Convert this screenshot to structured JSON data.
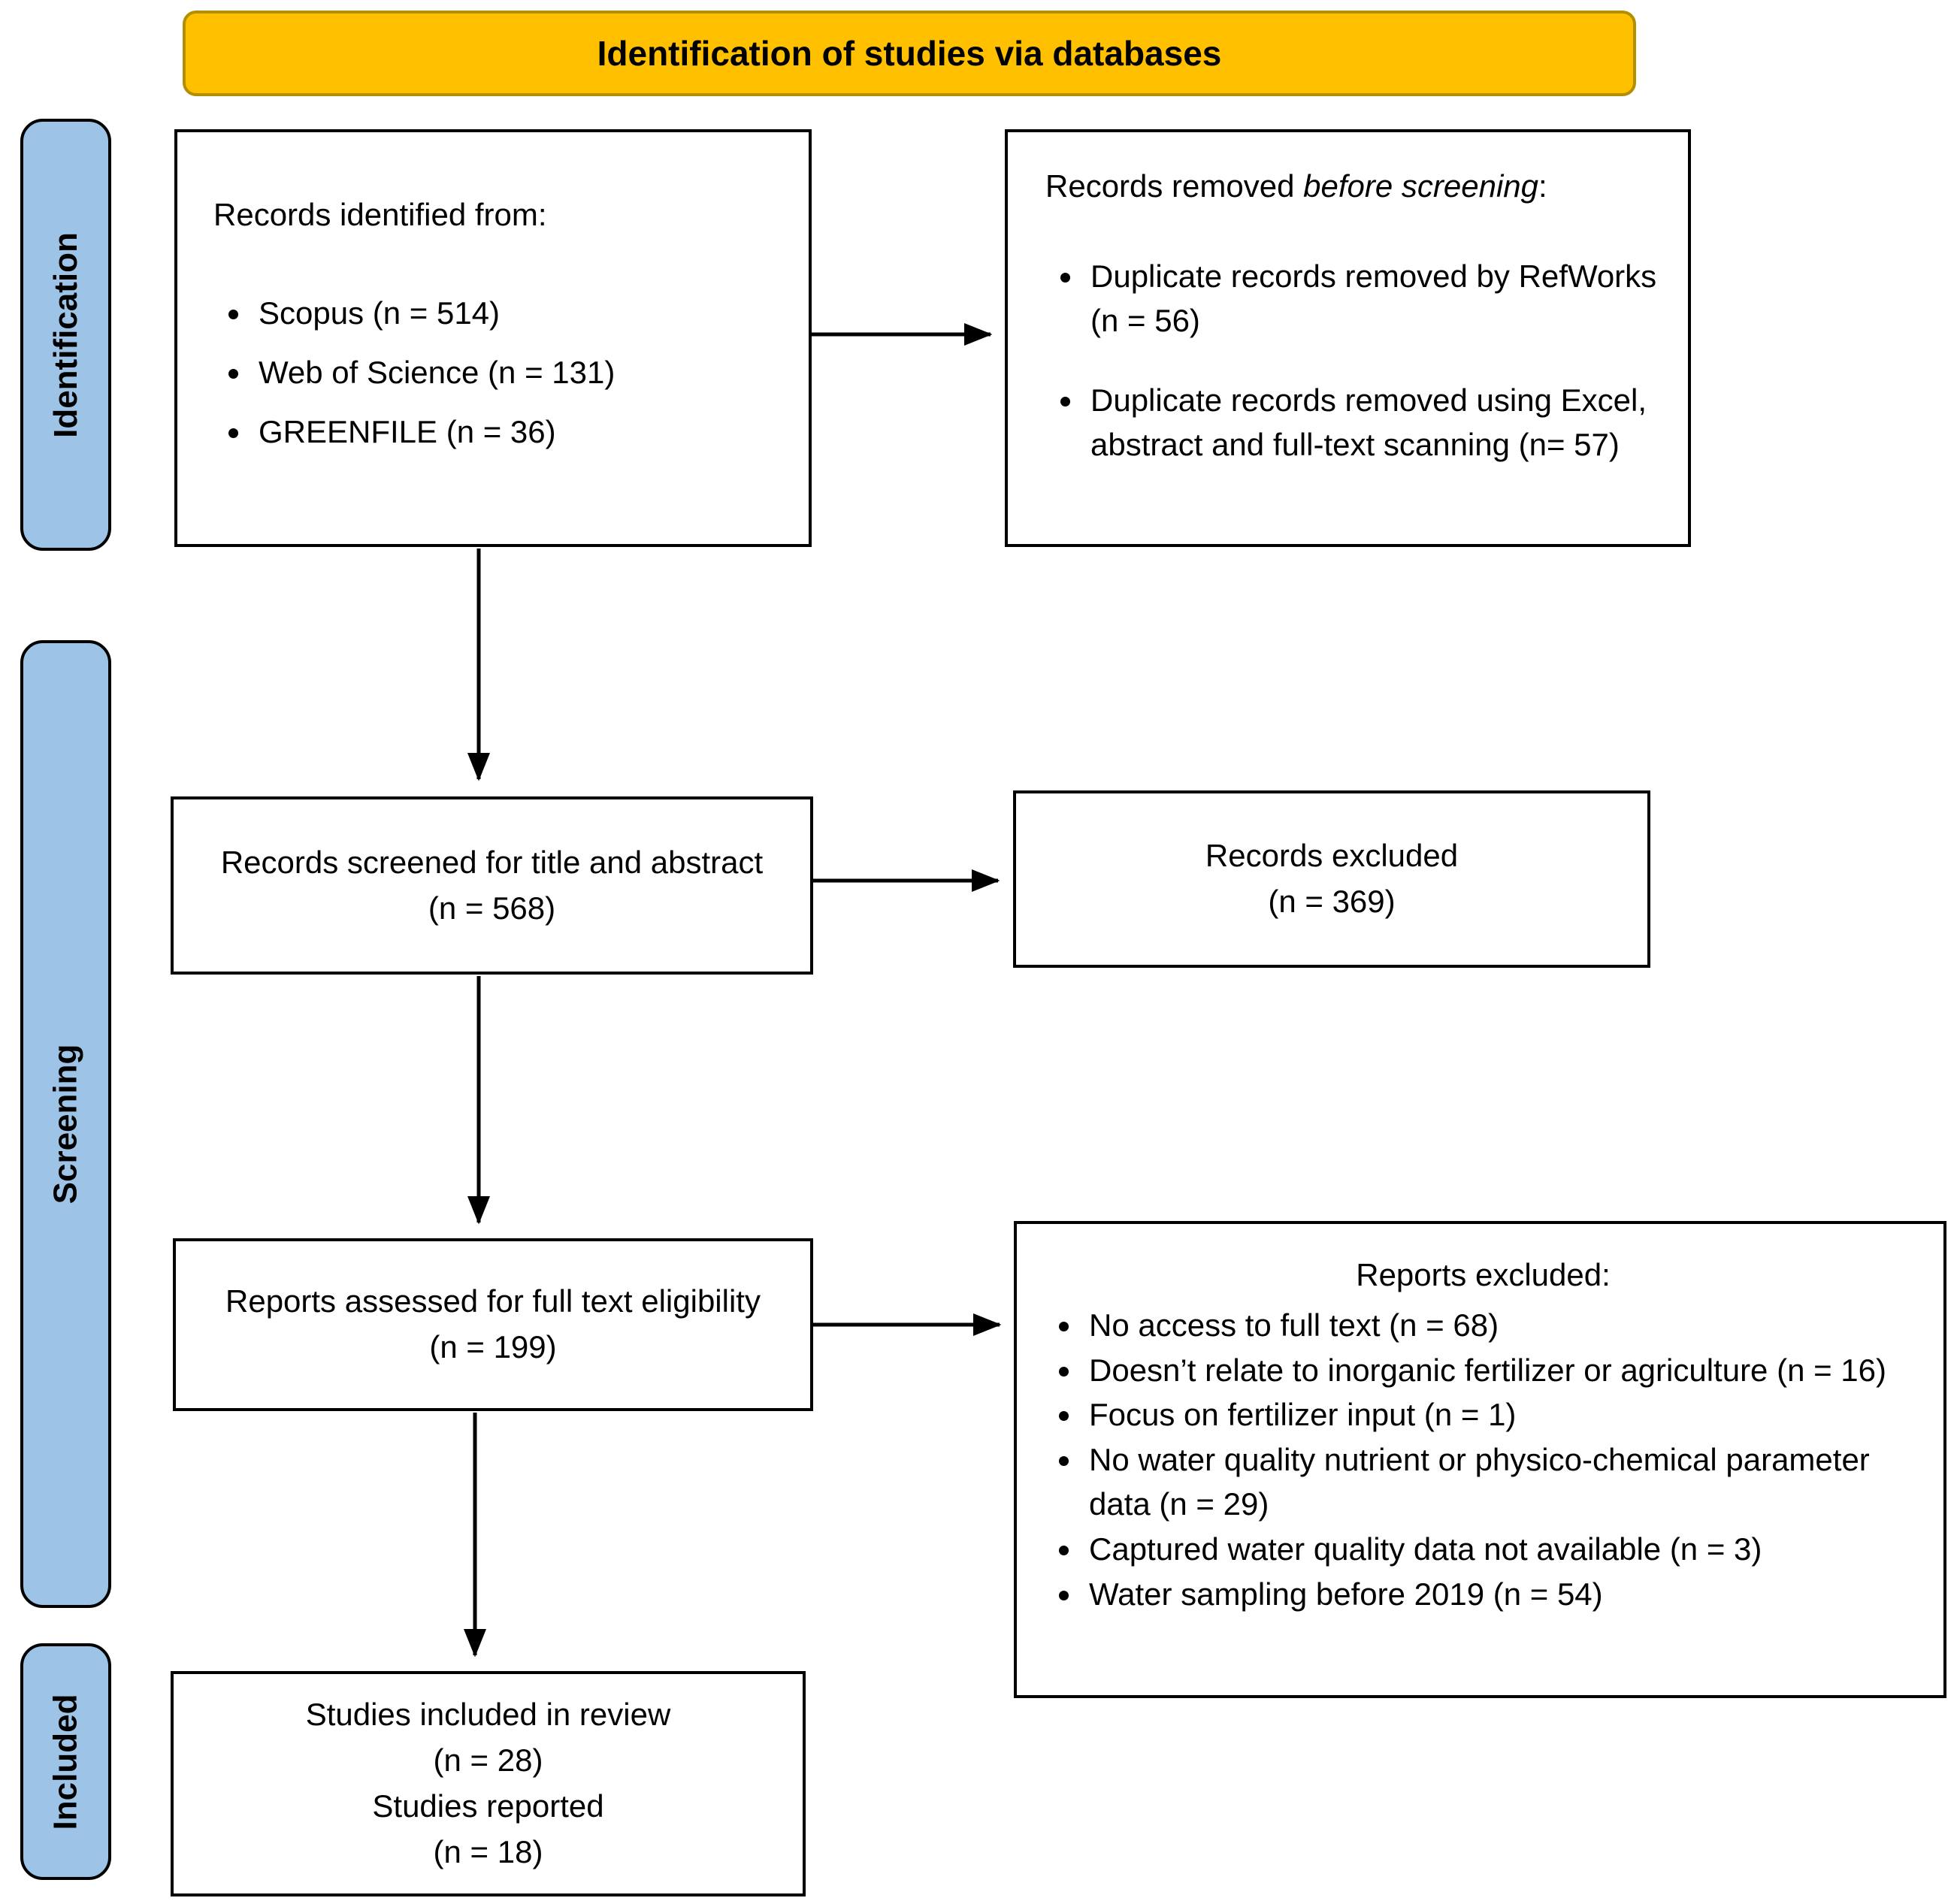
{
  "header": {
    "title": "Identification of studies via databases"
  },
  "stages": [
    {
      "label": "Identification"
    },
    {
      "label": "Screening"
    },
    {
      "label": "Included"
    }
  ],
  "boxes": {
    "identified": {
      "title": "Records identified from:",
      "items": [
        "Scopus (n = 514)",
        "Web of Science (n = 131)",
        "GREENFILE (n = 36)"
      ]
    },
    "removed": {
      "title_prefix": "Records removed ",
      "title_italic": "before screening",
      "title_suffix": ":",
      "items": [
        "Duplicate records removed by RefWorks (n = 56)",
        "Duplicate records removed using Excel, abstract and full-text scanning (n= 57)"
      ]
    },
    "screened": {
      "line1": "Records screened for title and abstract",
      "line2": "(n = 568)"
    },
    "records_excluded": {
      "line1": "Records excluded",
      "line2": "(n = 369)"
    },
    "assessed": {
      "line1": "Reports assessed for full text eligibility",
      "line2": "(n = 199)"
    },
    "reports_excluded": {
      "title": "Reports excluded:",
      "items": [
        "No access to full text (n = 68)",
        "Doesn’t relate to inorganic fertilizer or agriculture (n = 16)",
        "Focus on fertilizer input (n = 1)",
        "No water quality nutrient or physico-chemical parameter data (n = 29)",
        "Captured water quality data not available (n = 3)",
        "Water sampling before 2019 (n = 54)"
      ]
    },
    "included": {
      "line1": "Studies included in review",
      "line2": "(n = 28)",
      "line3": "Studies reported",
      "line4": "(n = 18)"
    }
  },
  "colors": {
    "banner_fill": "#FFC000",
    "banner_border": "#B38F00",
    "stage_fill": "#9DC3E6",
    "box_border": "#000000",
    "background": "#FFFFFF"
  }
}
